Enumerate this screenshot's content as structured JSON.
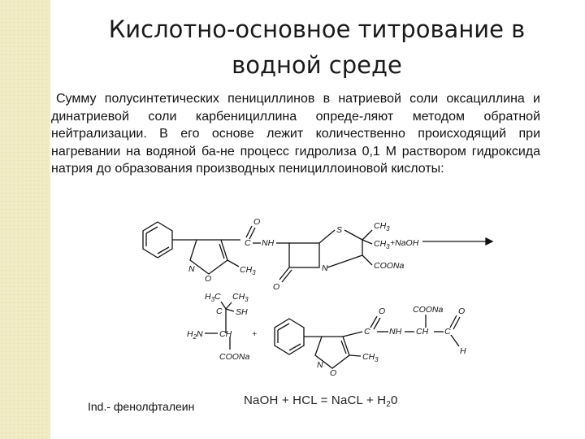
{
  "slide": {
    "title": "Кислотно-основное титрование в водной среде",
    "body": "Сумму полусинтетических пенициллинов в натриевой соли оксациллина и динатриевой соли карбенициллина опреде-ляют методом обратной нейтрализации. В его основе лежит количественно происходящий при нагревании на водяной ба-не процесс гидролиза 0,1 М раствором гидроксида натрия до образования производных пенициллоиновой кислоты:",
    "indicator": "Ind.- фенолфталеин",
    "equation": {
      "left": "NaOH + HCL = NaCL + H",
      "sub": "2",
      "right": "0"
    }
  },
  "scheme": {
    "r1": {
      "o1": "O",
      "c1": "C",
      "nh1": "NH",
      "s1": "S",
      "ch3a": "CH",
      "ch3a_sub": "3",
      "ch3b": "CH",
      "ch3b_sub": "3",
      "reagent": "+NaOH",
      "n1": "N",
      "ch3c": "CH",
      "ch3c_sub": "3",
      "n2": "N",
      "o2": "O",
      "coona1": "COONa",
      "o3": "O"
    },
    "r2": {
      "h3c": "H",
      "h3c_sub": "3",
      "h3c_c": "C",
      "ch3d": "CH",
      "ch3d_sub": "3",
      "c2": "C",
      "sh": "SH",
      "h2n": "H",
      "h2n_sub": "2",
      "h2n_n": "N",
      "ch1": "CH",
      "coona2": "COONa",
      "plus": "+",
      "n3": "N",
      "o4": "O",
      "ch3e": "CH",
      "ch3e_sub": "3",
      "o5": "O",
      "c3": "C",
      "nh2": "NH",
      "ch2": "CH",
      "coona3": "COONa",
      "o6": "O",
      "c4": "C",
      "h1": "H"
    }
  }
}
